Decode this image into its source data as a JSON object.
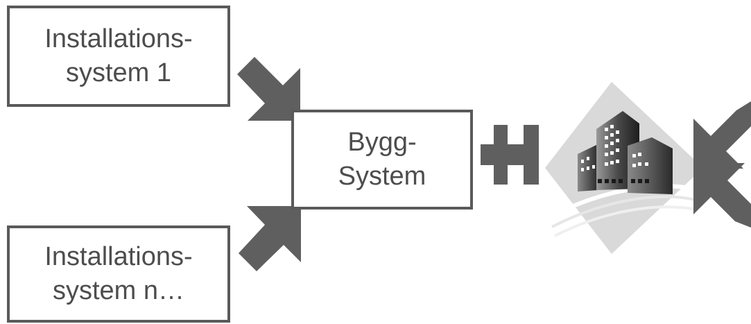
{
  "boxes": {
    "installation_system_1": {
      "line1": "Installations-",
      "line2": "system 1"
    },
    "installation_system_n": {
      "line1": "Installations-",
      "line2": "system n…"
    },
    "building_system": {
      "line1": "Bygg-",
      "line2": "System"
    }
  },
  "icons": {
    "building": "building-icon",
    "arrows": "arrow-icon",
    "double_arrow": "double-arrow-icon"
  },
  "colors": {
    "arrow": "#5f5f5f",
    "border": "#5a5a5a",
    "text": "#4d4d4d"
  }
}
